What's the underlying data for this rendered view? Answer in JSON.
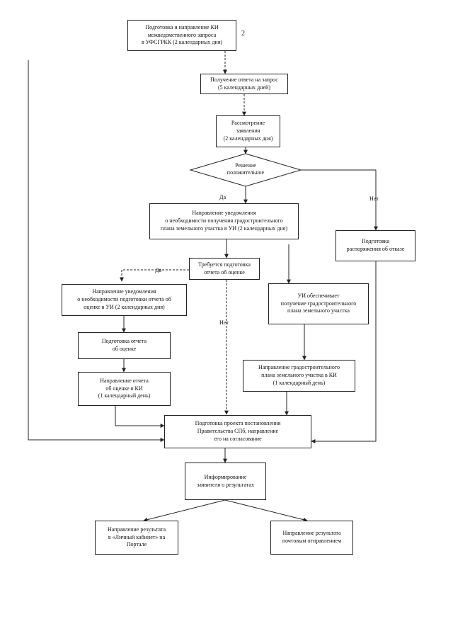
{
  "page_number": "2",
  "nodes": {
    "request": "Подготовка и направление КИ\nмежведомственного запроса\nв УФСГРКК (2 календарных дня)",
    "response": "Получение ответа на запрос\n(5 календарных дней)",
    "review": "Рассмотрение\nзаявления\n(2 календарных дня)",
    "decision": "Решение\nположительное",
    "notice_plan": "Направление уведомления\nо необходимости получения градостроительного\nплана земельного участка в УИ (2 календарных дня)",
    "refusal": "Подготовка\nраспоряжения об отказе",
    "appraisal_needed": "Требуется подготовка\nотчета об оценке",
    "ui_provides_plan": "УИ обеспечивает\nполучение градостроительного\nплана земельного участка",
    "notice_appraisal": "Направление уведомления\nо необходимости подготовки отчета об\nоценке в УИ (2 календарных дня)",
    "prepare_appraisal": "Подготовка отчета\nоб оценке",
    "send_appraisal": "Направление отчета\nоб оценке в КИ\n(1 календарный день)",
    "send_plan": "Направление градостроительного\nплана земельного участка в КИ\n(1 календарный день)",
    "draft_resolution": "Подготовка проекта постановления\nПравительства СПб, направление\nего на согласование",
    "inform": "Информирование\nзаявителя о результатах",
    "result_portal": "Направление результата\nв «Личный кабинет» на\nПортале",
    "result_mail": "Направление результата\nпочтовым отправлением"
  },
  "labels": {
    "yes_decision": "Да",
    "no_decision": "Нет",
    "yes_appraisal": "Да",
    "no_appraisal": "Нет"
  }
}
